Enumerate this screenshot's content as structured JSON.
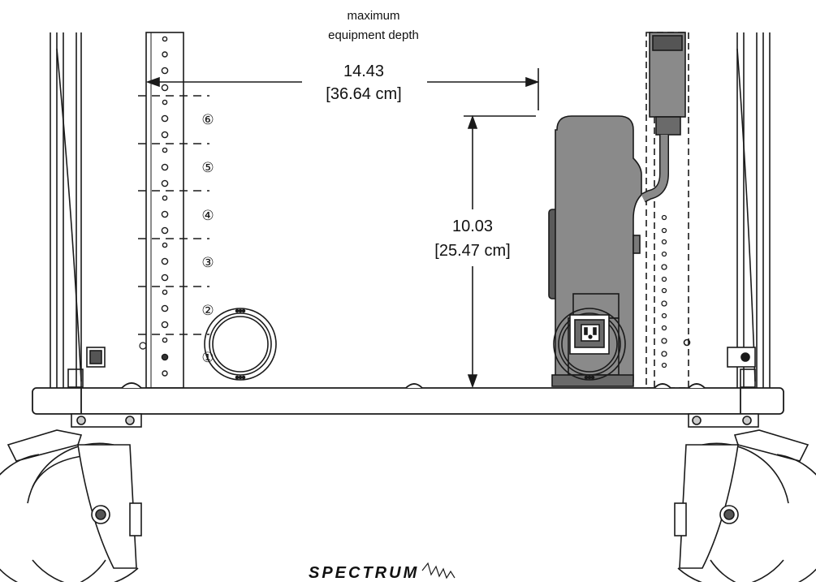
{
  "header_note": {
    "line1": "maximum",
    "line2": "equipment depth"
  },
  "depth_dimension": {
    "inches": "14.43",
    "cm": "[36.64 cm]"
  },
  "height_dimension": {
    "inches": "10.03",
    "cm": "[25.47 cm]"
  },
  "shelf_positions": [
    "⑥",
    "⑤",
    "④",
    "③",
    "②",
    "①"
  ],
  "brand": {
    "name": "SPECTRUM"
  },
  "colors": {
    "line": "#1a1a1a",
    "device_fill": "#8a8a8a",
    "device_dark": "#5a5a5a",
    "frame_fill": "#ffffff"
  }
}
